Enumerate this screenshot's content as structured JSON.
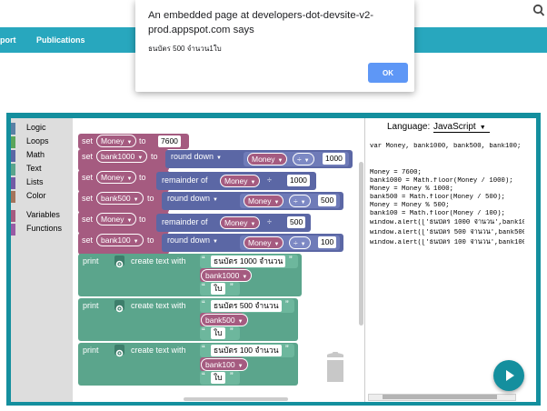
{
  "nav": {
    "items": [
      "port",
      "Publications"
    ]
  },
  "dialog": {
    "title": "An embedded page at developers-dot-devsite-v2-prod.appspot.com says",
    "message": "ธนบัตร 500 จำนวน1ใบ",
    "ok_label": "OK"
  },
  "toolbox": {
    "categories": [
      {
        "label": "Logic",
        "color": "#5b80a5"
      },
      {
        "label": "Loops",
        "color": "#5ba55b"
      },
      {
        "label": "Math",
        "color": "#5b67a5"
      },
      {
        "label": "Text",
        "color": "#5ba58c"
      },
      {
        "label": "Lists",
        "color": "#745ba5"
      },
      {
        "label": "Color",
        "color": "#a5745b"
      },
      {
        "label": "Variables",
        "color": "#a55b80"
      },
      {
        "label": "Functions",
        "color": "#995ba5"
      }
    ]
  },
  "blocks": {
    "set_kw": "set",
    "to_kw": "to",
    "print_kw": "print",
    "round_down": "round down",
    "remainder_of": "remainder of",
    "create_text_with": "create text with",
    "div_op": "÷",
    "var_money": "Money",
    "var_bank1000": "bank1000",
    "var_bank500": "bank500",
    "var_bank100": "bank100",
    "num_7600": "7600",
    "num_1000": "1000",
    "num_500": "500",
    "num_100": "100",
    "txt_1000": "ธนบัตร 1000 จำนวน",
    "txt_500": "ธนบัตร 500 จำนวน",
    "txt_100": "ธนบัตร 100 จำนวน",
    "txt_bai": "ใบ",
    "quote_open": "“",
    "quote_close": "”"
  },
  "code": {
    "language_label": "Language:",
    "language_value": "JavaScript",
    "lines": [
      "var Money, bank1000, bank500, bank100;",
      "",
      "",
      "Money = 7600;",
      "bank1000 = Math.floor(Money / 1000);",
      "Money = Money % 1000;",
      "bank500 = Math.floor(Money / 500);",
      "Money = Money % 500;",
      "bank100 = Math.floor(Money / 100);",
      "window.alert(['ธนบัตร 1000 จำนวน',bank1000",
      "window.alert(['ธนบัตร 500 จำนวน',bank500,",
      "window.alert(['ธนบัตร 100 จำนวน',bank100,"
    ]
  },
  "colors": {
    "nav": "#28a7be",
    "frame": "#148f9e",
    "variables_block": "#a55b80",
    "math_block": "#5b67a5",
    "text_block": "#5ba58c",
    "ok_button": "#5e97f6"
  }
}
